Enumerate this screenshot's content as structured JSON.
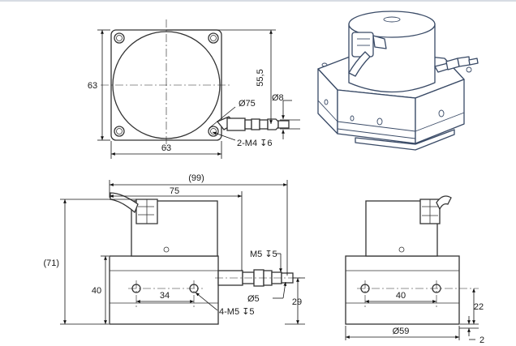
{
  "labels": {
    "top_height": "63",
    "top_width": "63",
    "top_cable_offset": "55,5",
    "top_diameter_flange": "Ø75",
    "top_diameter_pin": "Ø8",
    "top_mount_holes": "2-M4 ↧6",
    "front_overall_width": "(99)",
    "front_width_75": "75",
    "front_overall_height": "(71)",
    "front_base_height": "40",
    "front_thread": "M5 ↧5",
    "front_pin_diameter": "Ø5",
    "front_hole_spacing": "34",
    "front_mount_holes": "4-M5 ↧5",
    "front_pin_height": "29",
    "side_hole_spacing": "40",
    "side_hole_height": "22",
    "side_diameter": "Ø59",
    "side_offset": "2"
  },
  "colors": {
    "linework": "#333333",
    "isometric": "#394a66",
    "background": "#ffffff"
  }
}
